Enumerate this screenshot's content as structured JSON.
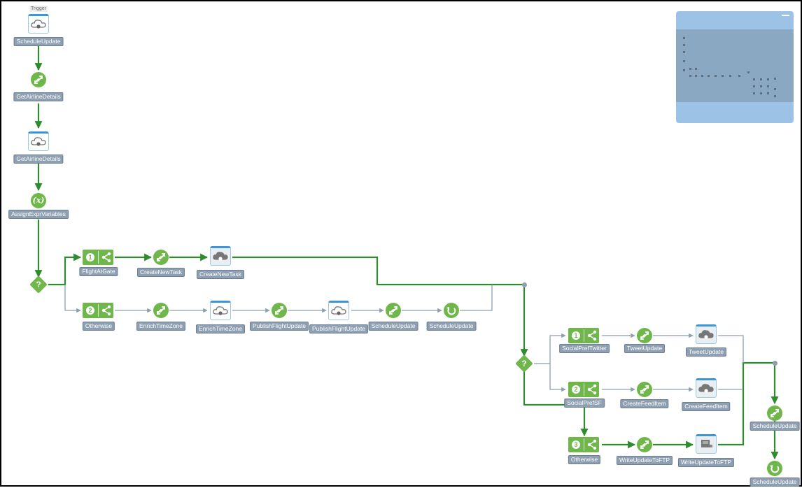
{
  "canvas": {
    "edge_active": "#2e8b2e",
    "edge_inactive": "#8e9fb1",
    "node_color": "#6fb64b",
    "label_bg": "#8e9fb1"
  },
  "minimap": {
    "collapse_icon": "minus-icon"
  },
  "trigger_caption": "Trigger",
  "nodes": {
    "n1": {
      "label": "ScheduleUpdate",
      "icon": "cloud-icon"
    },
    "n2": {
      "label": "GetAirlineDetails",
      "icon": "mapper-icon"
    },
    "n3": {
      "label": "GetAirlineDetails",
      "icon": "cloud-icon"
    },
    "n4": {
      "label": "AssignExprVariables",
      "icon": "expression-icon",
      "symbol": "(x)"
    },
    "d1": {
      "symbol": "?",
      "icon": "decision-icon"
    },
    "b1": {
      "num": "1",
      "label": "FlightAtGate",
      "icon": "share-icon"
    },
    "b1m": {
      "label": "CreateNewTask",
      "icon": "mapper-icon"
    },
    "b1c": {
      "label": "CreateNewTask",
      "icon": "cloud-icon"
    },
    "b2": {
      "num": "2",
      "label": "Otherwise",
      "icon": "share-icon"
    },
    "b2m": {
      "label": "EnrichTimeZone",
      "icon": "mapper-icon"
    },
    "b2c": {
      "label": "EnrichTimeZone",
      "icon": "cloud-icon"
    },
    "b2m2": {
      "label": "PublishFlightUpdate",
      "icon": "mapper-icon"
    },
    "b2c2": {
      "label": "PublishFlightUpdate",
      "icon": "cloud-icon"
    },
    "b2m3": {
      "label": "ScheduleUpdate",
      "icon": "mapper-icon"
    },
    "b2r": {
      "label": "ScheduleUpdate",
      "icon": "reply-icon"
    },
    "d2": {
      "symbol": "?",
      "icon": "decision-icon"
    },
    "s1": {
      "num": "1",
      "label": "SocialPrefTwitter",
      "icon": "share-icon"
    },
    "s1m": {
      "label": "TweetUpdate",
      "icon": "mapper-icon"
    },
    "s1c": {
      "label": "TweetUpdate",
      "icon": "cloud-icon"
    },
    "s2": {
      "num": "2",
      "label": "SocialPrefSF",
      "icon": "share-icon"
    },
    "s2m": {
      "label": "CreateFeedItem",
      "icon": "mapper-icon"
    },
    "s2c": {
      "label": "CreateFeedItem",
      "icon": "cloud-icon"
    },
    "s3": {
      "num": "3",
      "label": "Otherwise",
      "icon": "share-icon"
    },
    "s3m": {
      "label": "WriteUpdateToFTP",
      "icon": "mapper-icon"
    },
    "s3c": {
      "label": "WriteUpdateToFTP",
      "icon": "ftp-icon"
    },
    "e1": {
      "label": "ScheduleUpdate",
      "icon": "mapper-icon"
    },
    "e2": {
      "label": "ScheduleUpdate",
      "icon": "reply-icon"
    }
  }
}
